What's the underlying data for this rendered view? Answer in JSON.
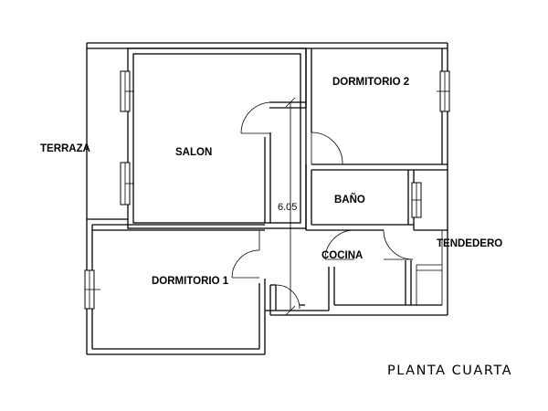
{
  "rooms": {
    "terraza": "TERRAZA",
    "salon": "SALON",
    "dormitorio_2": "DORMITORIO 2",
    "bano": "BAÑO",
    "tendedero": "TENDEDERO",
    "cocina": "COCINA",
    "dormitorio_1": "DORMITORIO 1"
  },
  "dimension": "6.05",
  "plan_title": "PLANTA CUARTA"
}
